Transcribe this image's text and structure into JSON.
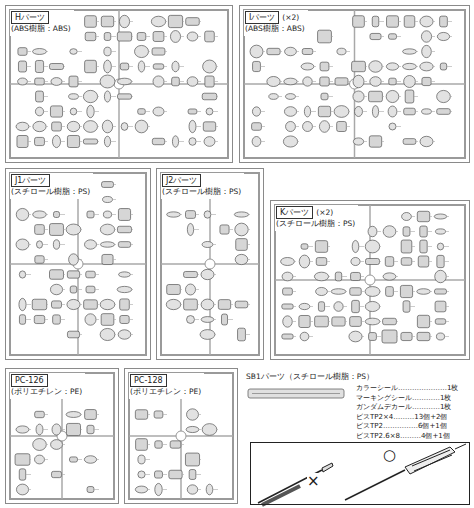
{
  "diagram": {
    "nodes": [
      {
        "text": [
          "Hパーツ",
          "(ABS樹脂：ABS)"
        ]
      },
      {
        "text": [
          "Iパーツ",
          "(×2)",
          "(ABS樹脂：ABS)"
        ]
      },
      {
        "text": [
          "J1パーツ",
          "(スチロール樹脂：PS)"
        ]
      },
      {
        "text": [
          "J2パーツ",
          "(スチロール樹脂：PS)"
        ]
      },
      {
        "text": [
          "Kパーツ",
          "(×2)",
          "(スチロール樹脂：PS)"
        ]
      },
      {
        "text": [
          "PC-126",
          "(ポリエチレン：PE)"
        ]
      },
      {
        "text": [
          "PC-128",
          "(ポリエチレン：PE)"
        ]
      },
      {
        "text": [
          "SB1パーツ（スチロール樹脂：PS）"
        ]
      },
      {
        "text": [
          "×",
          "○"
        ]
      }
    ],
    "labels": [
      "カラーシール…………………1枚",
      "マーキングシール…………1枚",
      "ガンダムデカール…………1枚",
      "ビスTP2×4………13個+2個",
      "ビスTP2……………6個+1個",
      "ビスTP2.6×8………4個+1個"
    ]
  }
}
